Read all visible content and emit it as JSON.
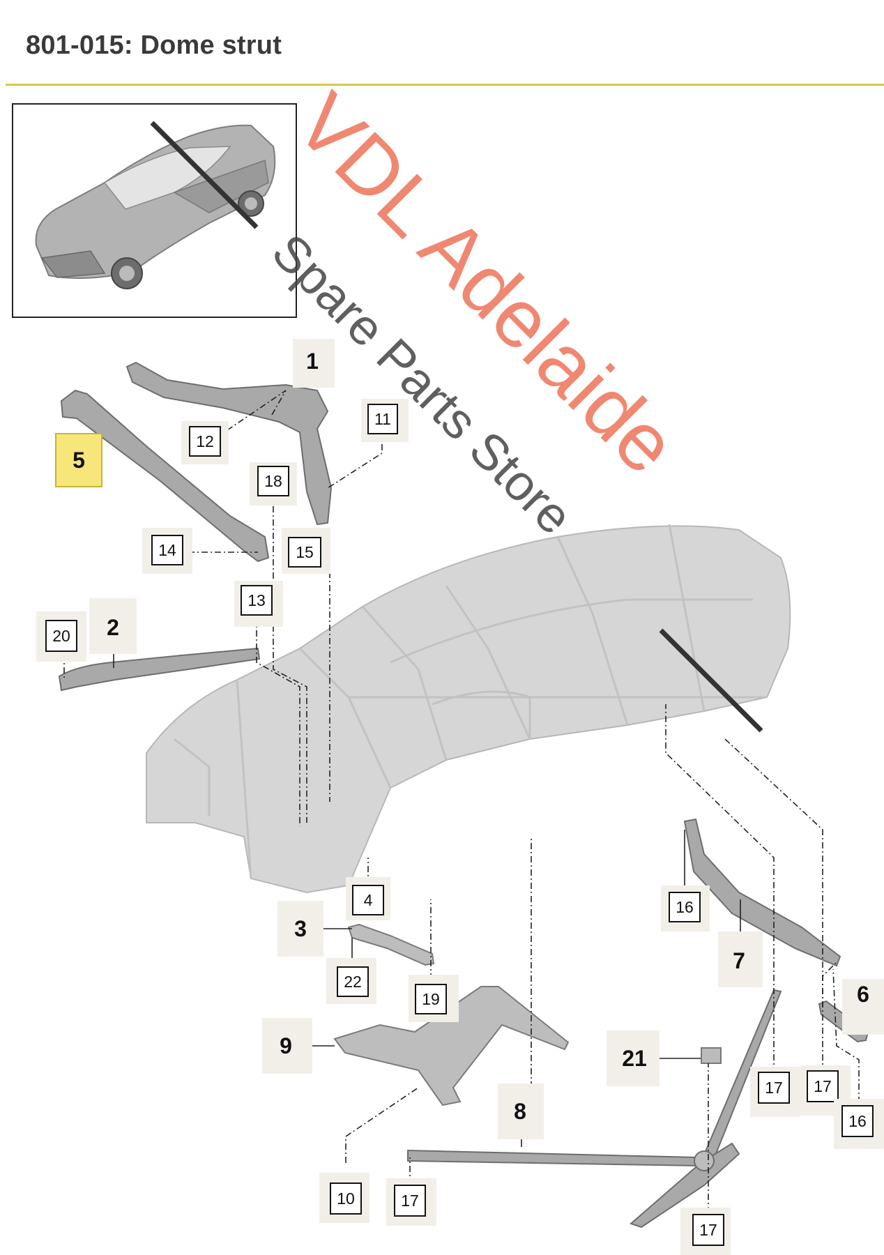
{
  "header": {
    "title": "801-015: Dome strut"
  },
  "watermark": {
    "line1": "VDL Adelaide",
    "line2": "Spare Parts Store"
  },
  "colors": {
    "accent_rule": "#d8c94a",
    "highlight": "#f7e67a",
    "watermark_red": "#ef7b62"
  },
  "callouts": [
    {
      "id": "c1",
      "label": "1",
      "style": "plain"
    },
    {
      "id": "c2",
      "label": "2",
      "style": "plain"
    },
    {
      "id": "c3",
      "label": "3",
      "style": "plain"
    },
    {
      "id": "c4",
      "label": "4",
      "style": "boxed"
    },
    {
      "id": "c5",
      "label": "5",
      "style": "highlighted"
    },
    {
      "id": "c6",
      "label": "6",
      "style": "plain"
    },
    {
      "id": "c7",
      "label": "7",
      "style": "plain"
    },
    {
      "id": "c8",
      "label": "8",
      "style": "plain"
    },
    {
      "id": "c9",
      "label": "9",
      "style": "plain"
    },
    {
      "id": "c10",
      "label": "10",
      "style": "boxed"
    },
    {
      "id": "c11",
      "label": "11",
      "style": "boxed"
    },
    {
      "id": "c12",
      "label": "12",
      "style": "boxed"
    },
    {
      "id": "c13",
      "label": "13",
      "style": "boxed"
    },
    {
      "id": "c14",
      "label": "14",
      "style": "boxed"
    },
    {
      "id": "c15",
      "label": "15",
      "style": "boxed"
    },
    {
      "id": "c16a",
      "label": "16",
      "style": "boxed"
    },
    {
      "id": "c16b",
      "label": "16",
      "style": "boxed"
    },
    {
      "id": "c17a",
      "label": "17",
      "style": "boxed"
    },
    {
      "id": "c17b",
      "label": "17",
      "style": "boxed"
    },
    {
      "id": "c17c",
      "label": "17",
      "style": "boxed"
    },
    {
      "id": "c17d",
      "label": "17",
      "style": "boxed"
    },
    {
      "id": "c18",
      "label": "18",
      "style": "boxed"
    },
    {
      "id": "c19",
      "label": "19",
      "style": "boxed"
    },
    {
      "id": "c20",
      "label": "20",
      "style": "boxed"
    },
    {
      "id": "c21",
      "label": "21",
      "style": "plain"
    },
    {
      "id": "c22",
      "label": "22",
      "style": "boxed"
    }
  ]
}
